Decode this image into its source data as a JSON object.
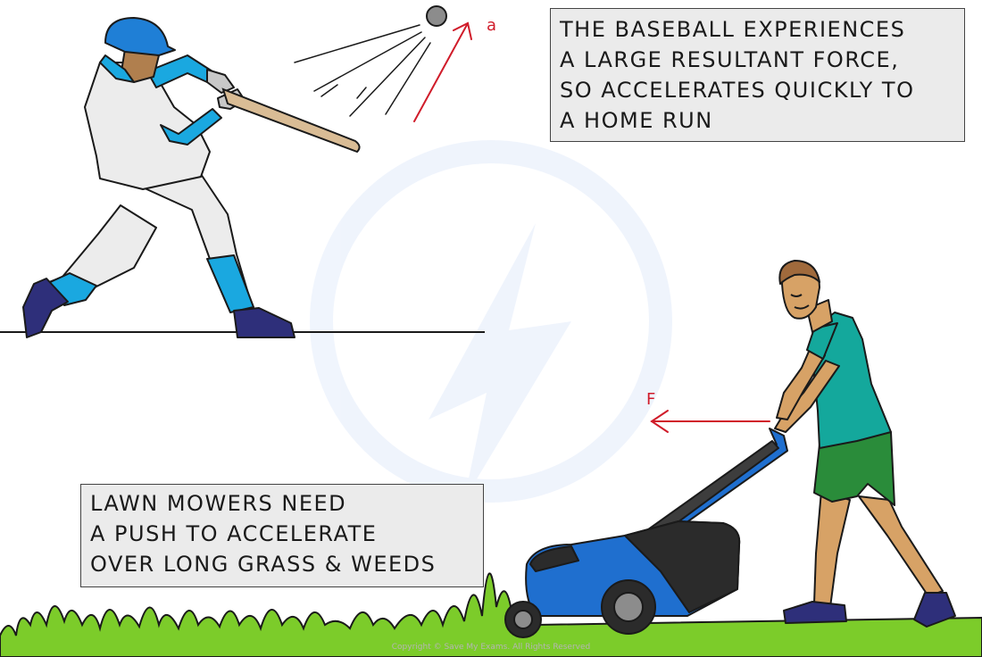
{
  "captions": {
    "baseball": [
      "THE BASEBALL EXPERIENCES",
      "A LARGE RESULTANT FORCE,",
      "SO ACCELERATES QUICKLY TO",
      "A HOME RUN"
    ],
    "lawnmower": [
      "LAWN MOWERS NEED",
      "A PUSH TO ACCELERATE",
      "OVER LONG GRASS & WEEDS"
    ]
  },
  "vectors": {
    "acceleration_label": "a",
    "force_label": "F",
    "arrow_color": "#d01c2a"
  },
  "copyright": "Copyright © Save My Exams. All Rights Reserved",
  "colors": {
    "grass": "#7ccc2a",
    "jersey_blue": "#1aa8e0",
    "shoe_navy": "#2e2f7a",
    "mower_blue": "#1f6fcf",
    "shirt_teal": "#14a89c",
    "shorts_green": "#2a8c3a",
    "skin": "#d7a266",
    "bat": "#d9bc95"
  }
}
